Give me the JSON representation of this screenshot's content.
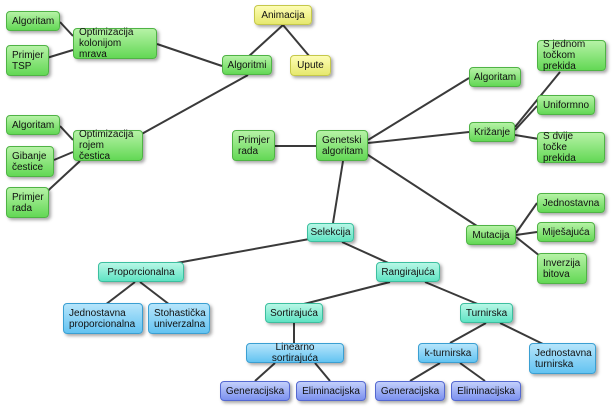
{
  "colors": {
    "yellow": "#f3f59a",
    "green": "#7fe06f",
    "teal": "#74e6c9",
    "sky": "#7ccdf4",
    "blue": "#8c9ff2",
    "edge": "#3a3a3a"
  },
  "nodes": {
    "animacija": "Animacija",
    "upute": "Upute",
    "algoritmi": "Algoritmi",
    "aco": "Optimizacija\nkolonijom mrava",
    "aco_algoritam": "Algoritam",
    "aco_tsp": "Primjer\nTSP",
    "pso": "Optimizacija\nrojem čestica",
    "pso_algoritam": "Algoritam",
    "pso_gibanje": "Gibanje\nčestice",
    "pso_primjer": "Primjer\nrada",
    "ga": "Genetski\nalgoritam",
    "ga_primjer": "Primjer\nrada",
    "ga_algoritam": "Algoritam",
    "krizanje": "Križanje",
    "k_jedna": "S jednom\ntočkom prekida",
    "k_uniformno": "Uniformno",
    "k_dvije": "S dvije\ntočke prekida",
    "mutacija": "Mutacija",
    "m_jednostavna": "Jednostavna",
    "m_mijesajuca": "Miješajuća",
    "m_inverzija": "Inverzija\nbitova",
    "selekcija": "Selekcija",
    "proporcionalna": "Proporcionalna",
    "p_jednostavna": "Jednostavna\nproporcionalna",
    "p_stohasticka": "Stohastička\nuniverzalna",
    "rangirajuca": "Rangirajuća",
    "sortirajuca": "Sortirajuća",
    "turnirska": "Turnirska",
    "t_jednostavna": "Jednostavna\nturnirska",
    "linearno": "Linearno sortirajuća",
    "l_generacijska": "Generacijska",
    "l_eliminacijska": "Eliminacijska",
    "kturnirska": "k-turnirska",
    "kt_generacijska": "Generacijska",
    "kt_eliminacijska": "Eliminacijska"
  }
}
